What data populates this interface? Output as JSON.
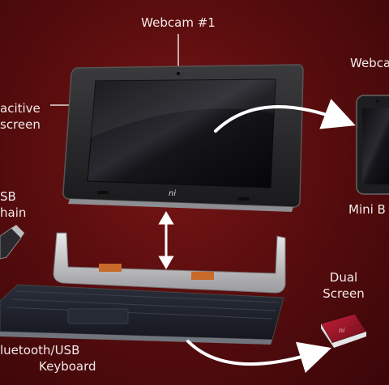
{
  "labels": {
    "webcam1": "Webcam #1",
    "webcam2": "Webca",
    "touchscreen_line1": "acitive",
    "touchscreen_line2": "screen",
    "usb_line1": "SB",
    "usb_line2": "hain",
    "mini": "Mini B",
    "dual_line1": "Dual",
    "dual_line2": "Screen",
    "keyboard_line1": "luetooth/USB",
    "keyboard_line2": "Keyboard"
  },
  "logos": {
    "tablet_logo": "ni"
  }
}
